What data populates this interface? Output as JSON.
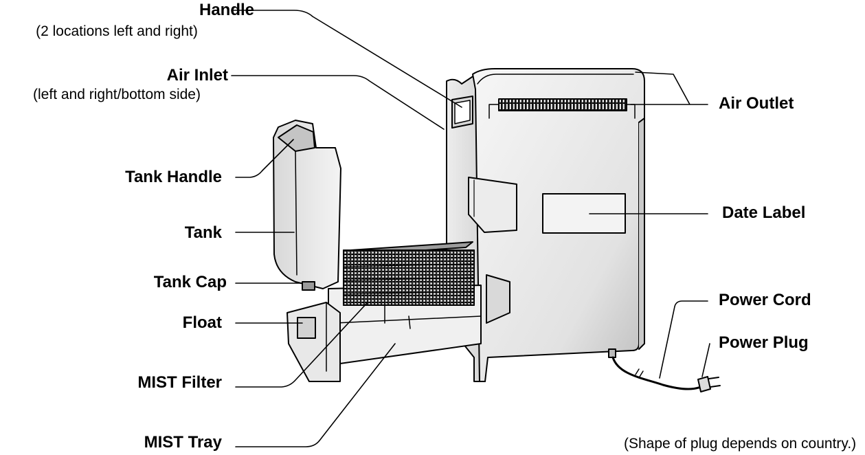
{
  "labels": {
    "handle": "Handle",
    "handle_note": "(2 locations left and right)",
    "air_inlet": "Air Inlet",
    "air_inlet_note": "(left and right/bottom side)",
    "tank_handle": "Tank Handle",
    "tank": "Tank",
    "tank_cap": "Tank Cap",
    "float": "Float",
    "mist_filter": "MIST Filter",
    "mist_tray": "MIST Tray",
    "air_outlet": "Air Outlet",
    "date_label": "Date Label",
    "power_cord": "Power Cord",
    "power_plug": "Power Plug",
    "plug_note": "(Shape of plug depends on country.)"
  }
}
